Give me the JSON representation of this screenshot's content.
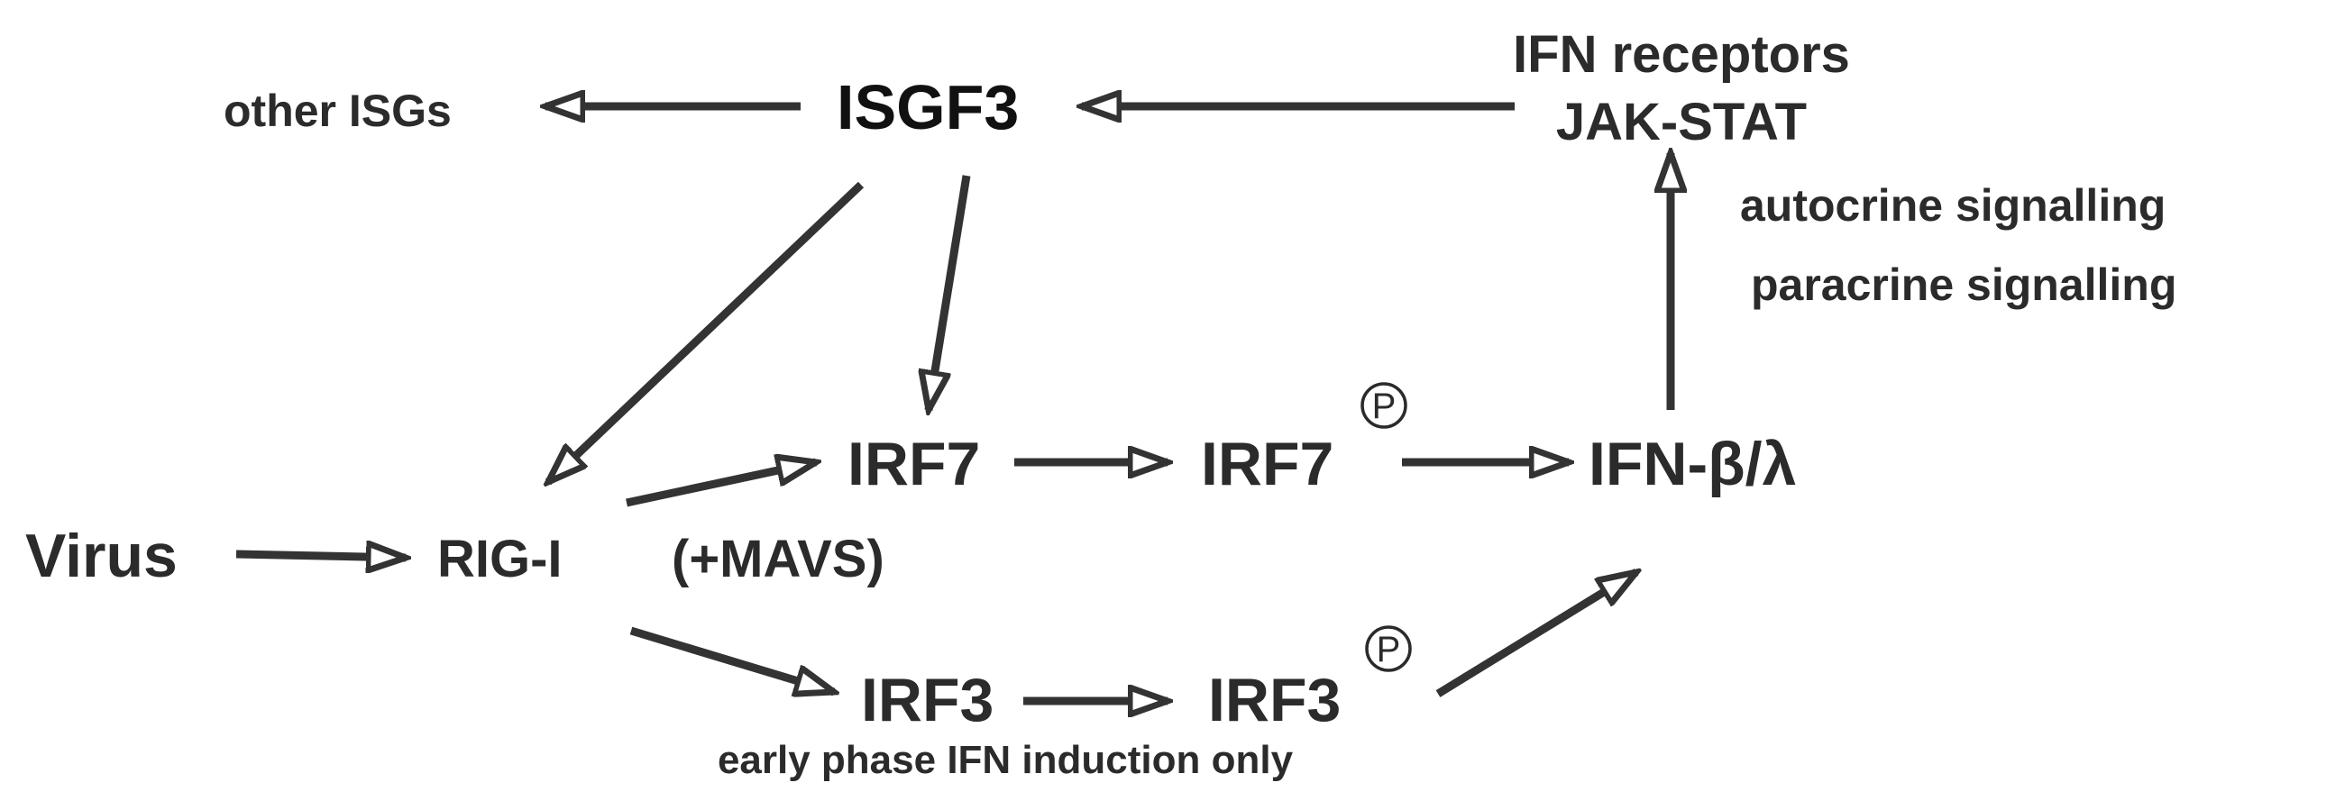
{
  "colors": {
    "text": "#2b2b2b",
    "arrow": "#333333",
    "background": "#ffffff"
  },
  "nodes": {
    "virus": "Virus",
    "rig_i": "RIG-I",
    "mavs": "(+MAVS)",
    "irf7": "IRF7",
    "irf7p": "IRF7",
    "irf3": "IRF3",
    "irf3p": "IRF3",
    "ifn": "IFN-β/λ",
    "ifn_receptors_1": "IFN receptors",
    "ifn_receptors_2": "JAK-STAT",
    "isgf3": "ISGF3",
    "other_isgs": "other ISGs"
  },
  "annotations": {
    "autocrine": "autocrine signalling",
    "paracrine": "paracrine signalling",
    "early_phase": "early phase IFN induction only",
    "phospho_symbol": "P"
  }
}
